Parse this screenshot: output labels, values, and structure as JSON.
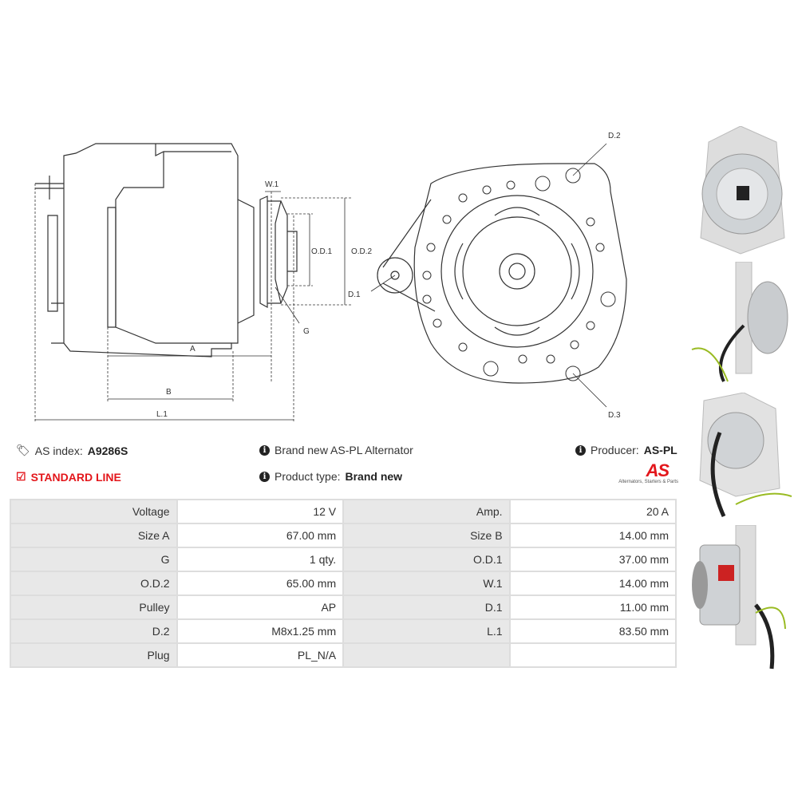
{
  "drawing_labels": {
    "w1": "W.1",
    "od1": "O.D.1",
    "od2": "O.D.2",
    "g": "G",
    "a": "A",
    "b": "B",
    "l1": "L.1",
    "d1": "D.1",
    "d2": "D.2",
    "d3": "D.3"
  },
  "info": {
    "as_index_label": "AS index:",
    "as_index_value": "A9286S",
    "line": "STANDARD LINE",
    "description": "Brand new AS-PL Alternator",
    "product_type_label": "Product type:",
    "product_type_value": "Brand new",
    "producer_label": "Producer:",
    "producer_value": "AS-PL",
    "logo_text": "AS",
    "logo_tagline": "Alternators, Starters & Parts"
  },
  "specs": [
    {
      "l1": "Voltage",
      "v1": "12 V",
      "l2": "Amp.",
      "v2": "20 A"
    },
    {
      "l1": "Size A",
      "v1": "67.00 mm",
      "l2": "Size B",
      "v2": "14.00 mm"
    },
    {
      "l1": "G",
      "v1": "1 qty.",
      "l2": "O.D.1",
      "v2": "37.00 mm"
    },
    {
      "l1": "O.D.2",
      "v1": "65.00 mm",
      "l2": "W.1",
      "v2": "14.00 mm"
    },
    {
      "l1": "Pulley",
      "v1": "AP",
      "l2": "D.1",
      "v2": "11.00 mm"
    },
    {
      "l1": "D.2",
      "v1": "M8x1.25 mm",
      "l2": "L.1",
      "v2": "83.50 mm"
    },
    {
      "l1": "Plug",
      "v1": "PL_N/A",
      "l2": "",
      "v2": ""
    }
  ]
}
